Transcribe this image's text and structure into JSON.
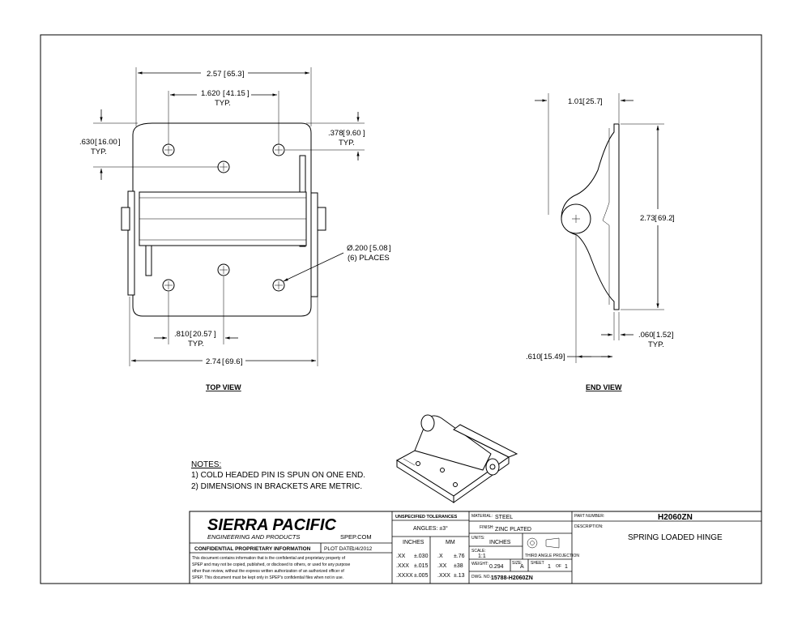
{
  "views": {
    "top_title": "TOP VIEW",
    "end_title": "END VIEW"
  },
  "top_dims": {
    "overall_top": "2.57",
    "overall_top_mm": "65.3",
    "hole_span": "1.620",
    "hole_span_mm": "41.15",
    "typ": "TYP.",
    "left_offset": ".630",
    "left_offset_mm": "16.00",
    "right_offset": ".378",
    "right_offset_mm": "9.60",
    "hole_dia": "Ø.200",
    "hole_dia_mm": "5.08",
    "hole_count": "(6) PLACES",
    "bottom_offset": ".810",
    "bottom_offset_mm": "20.57",
    "overall_bottom": "2.74",
    "overall_bottom_mm": "69.6"
  },
  "end_dims": {
    "width": "1.01",
    "width_mm": "25.7",
    "height": "2.73",
    "height_mm": "69.2",
    "thickness": ".060",
    "thickness_mm": "1.52",
    "typ": "TYP.",
    "center": ".610",
    "center_mm": "15.49"
  },
  "notes": {
    "heading": "NOTES:",
    "items": [
      "1)  COLD HEADED PIN IS SPUN ON ONE END.",
      "2)  DIMENSIONS IN BRACKETS ARE METRIC."
    ]
  },
  "title_block": {
    "company": "SIERRA PACIFIC",
    "company_sub": "ENGINEERING AND PRODUCTS",
    "website": "SPEP.COM",
    "confidential": "CONFIDENTIAL PROPRIETARY INFORMATION",
    "plot_date_label": "PLOT DATE:",
    "plot_date": "1/4/2012",
    "disclaimer": [
      "This document contains information that is the confidential and proprietary property of",
      "SPEP and may not be copied, published, or disclosed to others, or used for any purpose",
      "other than review, without the express written authorization of an authorized officer of",
      "SPEP. This document must be kept only in SPEP's confidential files when not in use."
    ],
    "tolerances_heading": "UNSPECIFIED TOLERANCES",
    "angles": "ANGLES: ±3°",
    "inches_head": "INCHES",
    "mm_head": "MM",
    "tol_rows": [
      {
        "in": ".XX",
        "in_tol": "±.030",
        "mm": ".X",
        "mm_tol": "±.76"
      },
      {
        "in": ".XXX",
        "in_tol": "±.015",
        "mm": ".XX",
        "mm_tol": "±38"
      },
      {
        "in": ".XXXX",
        "in_tol": "±.005",
        "mm": ".XXX",
        "mm_tol": "±.13"
      }
    ],
    "material_label": "MATERIAL:",
    "material": "STEEL",
    "finish_label": "FINISH:",
    "finish": "ZINC PLATED",
    "units_label": "UNITS:",
    "units": "INCHES",
    "projection": "THIRD ANGLE PROJECTION",
    "scale_label": "SCALE:",
    "scale": "1:1",
    "weight_label": "WEIGHT:",
    "weight": "0.294",
    "size_label": "SIZE:",
    "size": "A",
    "sheet_label": "SHEET",
    "sheet": "1",
    "of_label": "OF",
    "sheet_total": "1",
    "dwg_label": "DWG. NO.:",
    "dwg_no": "15788-H2060ZN",
    "part_label": "PART NUMBER:",
    "part_no": "H2060ZN",
    "desc_label": "DESCRIPTION:",
    "description": "SPRING LOADED HINGE"
  }
}
